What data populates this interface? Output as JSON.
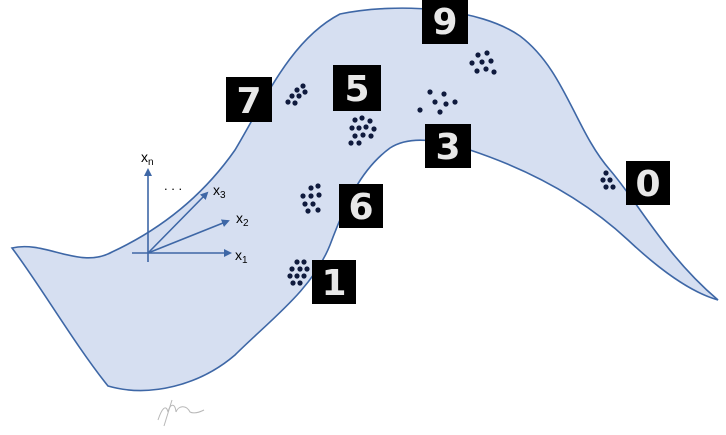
{
  "diagram": {
    "colors": {
      "manifold_fill": "#d6dff1",
      "manifold_stroke": "#3e67a6",
      "axis": "#3e67a6",
      "dot": "#0f1a3d",
      "tile": "#000000",
      "digit": "#e8e8e8",
      "label": "#000000"
    },
    "axes": {
      "labels": [
        {
          "id": "x1",
          "base": "x",
          "sub": "1"
        },
        {
          "id": "x2",
          "base": "x",
          "sub": "2"
        },
        {
          "id": "x3",
          "base": "x",
          "sub": "3"
        },
        {
          "id": "xn",
          "base": "x",
          "sub": "n"
        }
      ],
      "ellipsis": ". . ."
    },
    "digits": [
      {
        "id": "digit-7",
        "label": "7"
      },
      {
        "id": "digit-5",
        "label": "5"
      },
      {
        "id": "digit-9",
        "label": "9"
      },
      {
        "id": "digit-3",
        "label": "3"
      },
      {
        "id": "digit-6",
        "label": "6"
      },
      {
        "id": "digit-1",
        "label": "1"
      },
      {
        "id": "digit-0",
        "label": "0"
      }
    ],
    "clusters": [
      {
        "id": "cluster-7"
      },
      {
        "id": "cluster-5"
      },
      {
        "id": "cluster-9"
      },
      {
        "id": "cluster-3"
      },
      {
        "id": "cluster-6"
      },
      {
        "id": "cluster-1"
      },
      {
        "id": "cluster-0"
      }
    ],
    "signature_icon": "signature-icon"
  }
}
